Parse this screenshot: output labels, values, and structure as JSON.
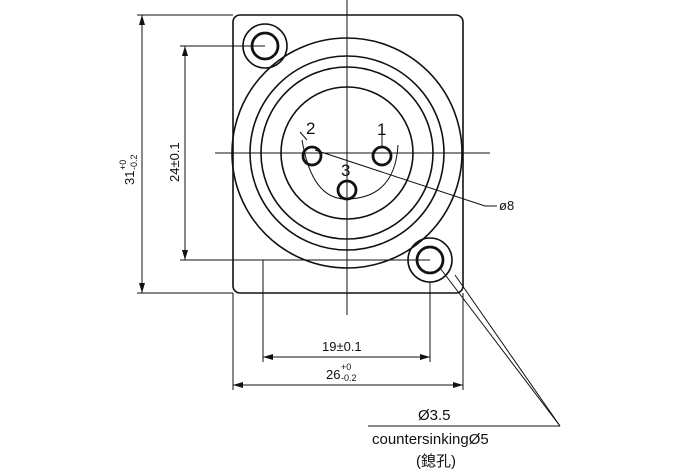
{
  "dimensions": {
    "height_outer": {
      "value": "31",
      "upper_tol": "+0",
      "lower_tol": "-0.2"
    },
    "height_holes": "24±0.1",
    "width_holes": "19±0.1",
    "width_outer": {
      "value": "26",
      "upper_tol": "+0",
      "lower_tol": "-0.2"
    },
    "pin_diameter": "ø8"
  },
  "pins": [
    "1",
    "2",
    "3"
  ],
  "note": {
    "hole": "Ø3.5",
    "countersink": "countersinkingØ5",
    "chinese": "(鎴孔)"
  }
}
